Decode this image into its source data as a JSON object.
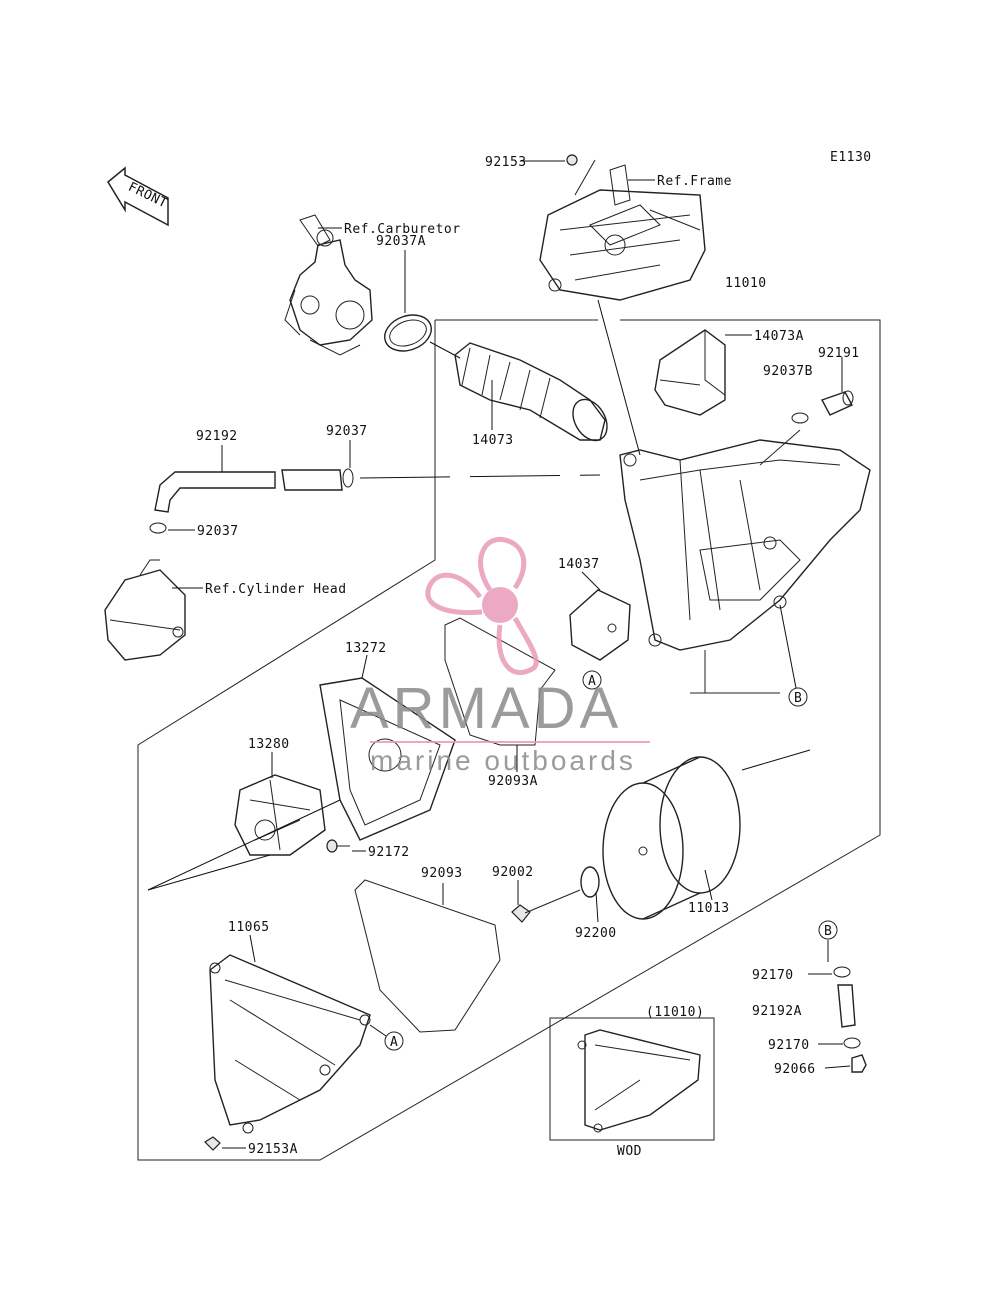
{
  "diagram": {
    "code": "E1130",
    "front_label": "FRONT",
    "labels": {
      "p92153": "92153",
      "ref_frame": "Ref.Frame",
      "p11010": "11010",
      "ref_carburetor": "Ref.Carburetor",
      "p92037A": "92037A",
      "p14073A": "14073A",
      "p92191": "92191",
      "p92037B": "92037B",
      "p14073": "14073",
      "p92192": "92192",
      "p92037_top": "92037",
      "p92037_left": "92037",
      "ref_cylinder_head": "Ref.Cylinder Head",
      "p14037": "14037",
      "p13272": "13272",
      "p13280": "13280",
      "p92093A": "92093A",
      "p92172": "92172",
      "p92093": "92093",
      "p92002": "92002",
      "p92200": "92200",
      "p11013": "11013",
      "p11065": "11065",
      "p92170_top": "92170",
      "p92192A": "92192A",
      "p92170_bottom": "92170",
      "p92066": "92066",
      "p11010_inset": "(11010)",
      "wod": "WOD",
      "p92153A": "92153A",
      "ref_a1": "A",
      "ref_a2": "A",
      "ref_b1": "B",
      "ref_b2": "B"
    }
  },
  "watermark": {
    "brand": "ARMADA",
    "tagline": "marine outboards",
    "color_pink": "#e89bb9",
    "color_gray": "#8a8a8a"
  }
}
